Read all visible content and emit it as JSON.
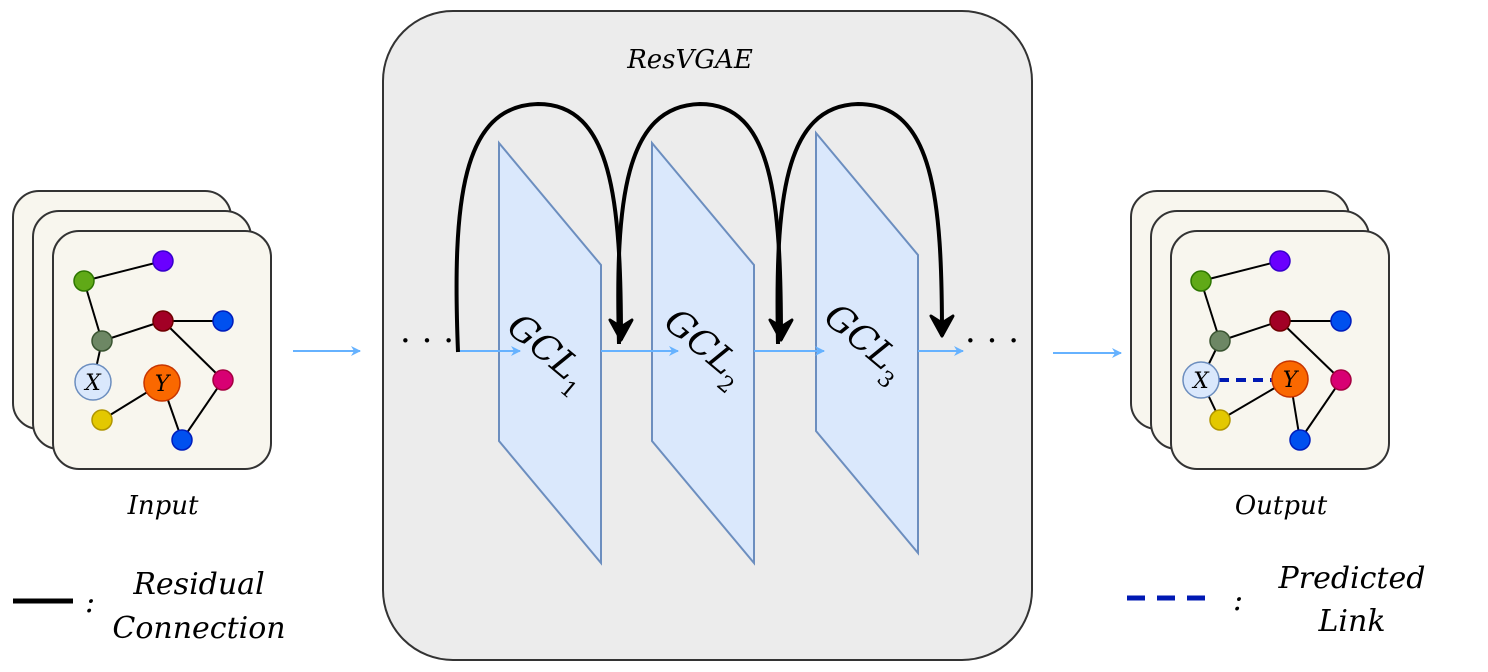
{
  "model": {
    "title": "ResVGAE"
  },
  "input": {
    "caption": "Input"
  },
  "output": {
    "caption": "Output"
  },
  "layers": [
    {
      "name": "GCL",
      "sub": "1"
    },
    {
      "name": "GCL",
      "sub": "2"
    },
    {
      "name": "GCL",
      "sub": "3"
    }
  ],
  "ellipsis": "· · ·",
  "graph": {
    "node_x_label": "X",
    "node_y_label": "Y"
  },
  "legend": {
    "residual_line1": "Residual",
    "residual_line2": "Connection",
    "predicted_line1": "Predicted",
    "predicted_line2": "Link",
    "colon": ":"
  },
  "colors": {
    "panel_bg": "#ececec",
    "layer_fill": "#dae8fc",
    "layer_stroke": "#6c8ebf",
    "flow_arrow": "#66b2ff",
    "card_fill": "#f8f6ee",
    "predicted_link": "#0019b3",
    "node_green": "#60a917",
    "node_purple": "#6a00ff",
    "node_olive": "#6d8764",
    "node_maroon": "#a20025",
    "node_blue": "#0050ef",
    "node_pink": "#d80073",
    "node_yellow": "#e3c800",
    "node_orange": "#fa6800",
    "node_x_fill": "#dae8fc"
  }
}
